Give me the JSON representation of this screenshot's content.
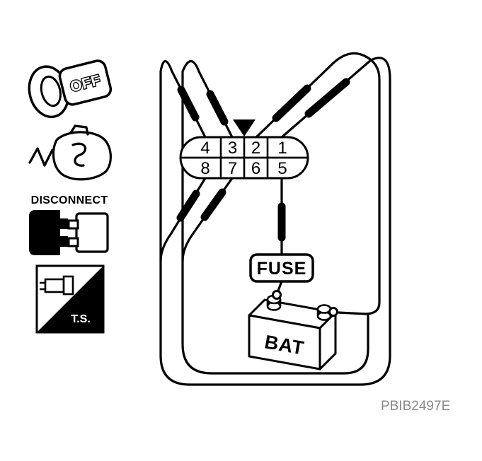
{
  "colors": {
    "line": "#000000",
    "background": "#ffffff",
    "figure_code": "#8a8a8a"
  },
  "side_icons": {
    "key_off": {
      "icon": "ignition-key-off-icon",
      "label": "OFF"
    },
    "harness_connector": {
      "icon": "harness-connector-icon"
    },
    "disconnect": {
      "icon": "disconnect-connector-icon",
      "label": "DISCONNECT"
    },
    "tester": {
      "icon": "test-switch-icon",
      "label": "T.S."
    }
  },
  "connector": {
    "pins_top": [
      "4",
      "3",
      "2",
      "1"
    ],
    "pins_bottom": [
      "8",
      "7",
      "6",
      "5"
    ],
    "orientation_marker": "triangle-down"
  },
  "circuit": {
    "fuse_label": "FUSE",
    "battery_label": "BAT"
  },
  "figure": {
    "code": "PBIB2497E"
  }
}
